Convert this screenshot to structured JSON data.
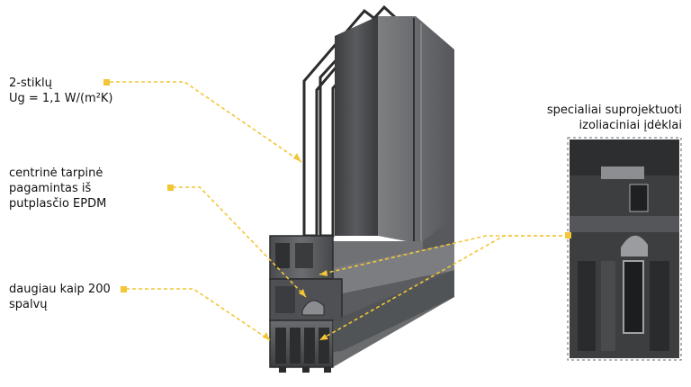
{
  "colors": {
    "accent": "#f2c636",
    "frame_dark": "#3a3b3d",
    "frame_mid": "#5e6063",
    "frame_light": "#8a8c8f",
    "glass_edge": "#2b2c2e",
    "insert_gray": "#9fa1a4",
    "text": "#111111"
  },
  "callouts": [
    {
      "text": "2-stiklų\nUg = 1,1 W/(m²K)"
    },
    {
      "text": "centrinė tarpinė\npagamintas iš\nputplasčio EPDM"
    },
    {
      "text": "daugiau kaip 200\nspalvų"
    },
    {
      "text": "specialiai suprojektuoti\nizoliaciniai įdėklai"
    }
  ]
}
